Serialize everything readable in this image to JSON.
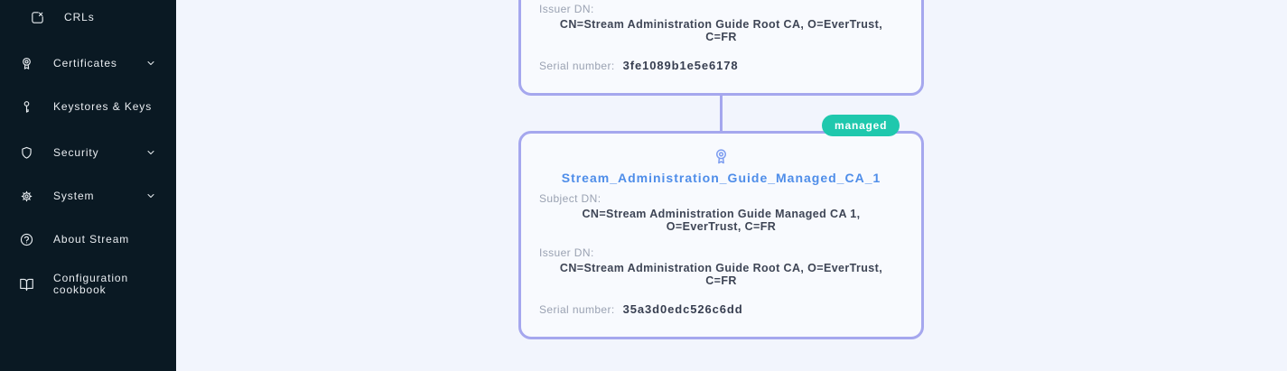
{
  "sidebar": {
    "items": [
      {
        "id": "crls",
        "label": "CRLs",
        "icon": "crl-icon",
        "indented": true,
        "chevron": false
      },
      {
        "id": "certificates",
        "label": "Certificates",
        "icon": "certificate-icon",
        "indented": false,
        "chevron": true
      },
      {
        "id": "keystores-keys",
        "label": "Keystores & Keys",
        "icon": "key-icon",
        "indented": false,
        "chevron": false
      },
      {
        "id": "security",
        "label": "Security",
        "icon": "shield-icon",
        "indented": false,
        "chevron": true
      },
      {
        "id": "system",
        "label": "System",
        "icon": "gear-icon",
        "indented": false,
        "chevron": true
      },
      {
        "id": "about-stream",
        "label": "About Stream",
        "icon": "question-icon",
        "indented": false,
        "chevron": false
      },
      {
        "id": "configuration-cookbook",
        "label": "Configuration cookbook",
        "icon": "book-icon",
        "indented": false,
        "chevron": false
      }
    ]
  },
  "ca_tree": {
    "badge": "managed",
    "badge_color": "#1fc8ad",
    "accent_border_color": "#a5a7ee",
    "title_color": "#4e8de9",
    "root_card": {
      "issuer_label": "Issuer DN:",
      "issuer": "CN=Stream Administration Guide Root CA, O=EverTrust, C=FR",
      "issuer_lines": {
        "l1": "CN=Stream Administration Guide Root CA, O=EverTrust,",
        "l2": "C=FR"
      },
      "serial_label": "Serial number:",
      "serial": "3fe1089b1e5e6178"
    },
    "managed_card": {
      "icon": "award-icon",
      "title": "Stream_Administration_Guide_Managed_CA_1",
      "subject_label": "Subject DN:",
      "subject": "CN=Stream Administration Guide Managed CA 1, O=EverTrust, C=FR",
      "subject_lines": {
        "l1": "CN=Stream Administration Guide Managed CA 1,",
        "l2": "O=EverTrust, C=FR"
      },
      "issuer_label": "Issuer DN:",
      "issuer": "CN=Stream Administration Guide Root CA, O=EverTrust, C=FR",
      "issuer_lines": {
        "l1": "CN=Stream Administration Guide Root CA, O=EverTrust,",
        "l2": "C=FR"
      },
      "serial_label": "Serial number:",
      "serial": "35a3d0edc526c6dd"
    }
  }
}
